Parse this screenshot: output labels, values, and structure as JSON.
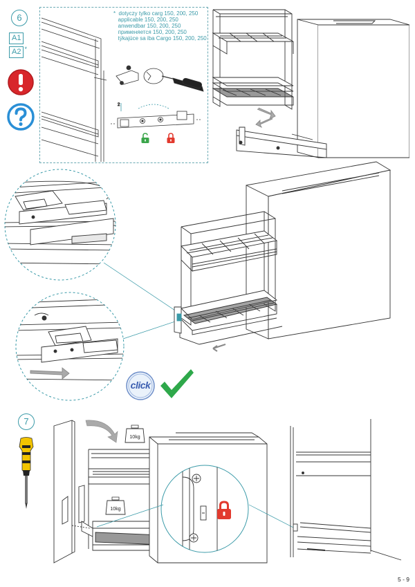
{
  "step6": {
    "number": "6",
    "labels": [
      "A1",
      "A2"
    ],
    "label_star": "*",
    "notes": [
      "*  dotyczy tylko carg 150, 200, 250",
      "   applicable 150, 200, 250",
      "   anwendbar 150, 200, 250",
      "   применяется 150, 200, 250",
      "   týkajúce sa iba Cargo 150, 200, 250"
    ]
  },
  "click_badge": "click",
  "step7": {
    "number": "7",
    "weights": [
      "10kg",
      "10kg"
    ]
  },
  "page_number": "5 - 9",
  "colors": {
    "teal": "#3a9aa8",
    "warning_red": "#d8262b",
    "help_blue": "#2a8fd6",
    "check_green": "#2ea84a",
    "lock_green": "#3aa54a",
    "lock_red": "#e23a2e",
    "screwdriver_yellow": "#f2c400"
  },
  "icons": [
    "warning-icon",
    "question-icon",
    "unlock-icon",
    "lock-icon",
    "checkmark-icon",
    "screwdriver-icon"
  ]
}
